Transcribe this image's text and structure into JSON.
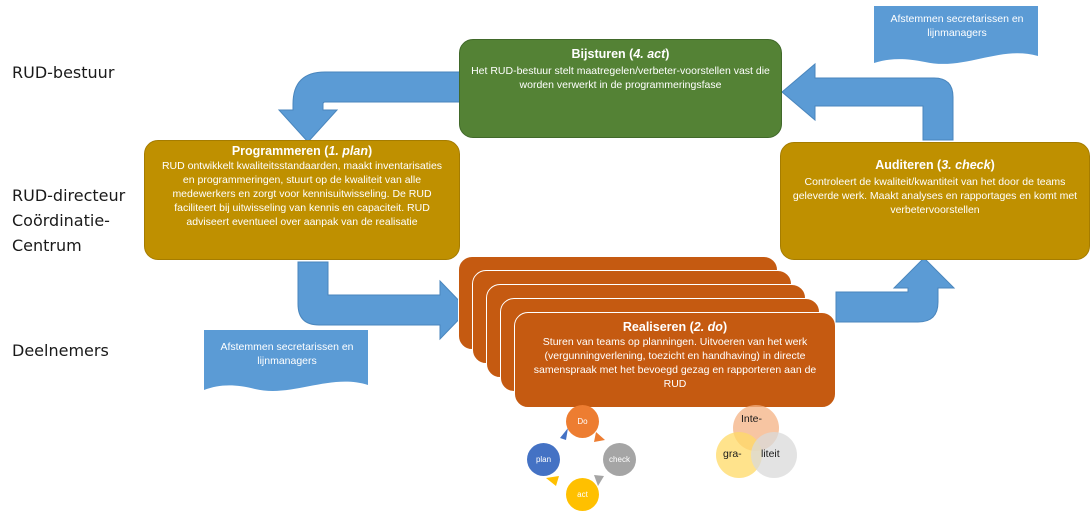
{
  "lanes": [
    "RUD-bestuur",
    "RUD-directeur",
    "Coördinatie-",
    "Centrum",
    "Deelnemers"
  ],
  "act": {
    "title_main": "Bijsturen (",
    "title_italic": "4. act",
    "title_end": ")",
    "body": "Het RUD-bestuur stelt maatregelen/verbeter-voorstellen vast die worden verwerkt in de programmeringsfase"
  },
  "plan": {
    "title_main": "Programmeren (",
    "title_italic": "1. plan",
    "title_end": ")",
    "body": "RUD ontwikkelt kwaliteitsstandaarden, maakt inventarisaties en programmeringen, stuurt op de kwaliteit van alle medewerkers en zorgt voor kennisuitwisseling. De RUD faciliteert bij uitwisseling van kennis en capaciteit. RUD adviseert eventueel over aanpak van de realisatie"
  },
  "check": {
    "title_main": "Auditeren (",
    "title_italic": "3. check",
    "title_end": ")",
    "body": "Controleert de kwaliteit/kwantiteit van het door de teams geleverde werk. Maakt analyses en rapportages en komt met verbetervoorstellen"
  },
  "do": {
    "title_main": "Realiseren (",
    "title_italic": "2. do",
    "title_end": ")",
    "body": "Sturen van teams op planningen. Uitvoeren van het werk (vergunningverlening, toezicht en handhaving) in directe samenspraak met het bevoegd gezag en rapporteren aan de RUD"
  },
  "notes": {
    "top_right": "Afstemmen secretarissen en lijnmanagers",
    "bottom_left": "Afstemmen secretarissen en lijnmanagers"
  },
  "cycle": {
    "do": "Do",
    "plan": "plan",
    "check": "check",
    "act": "act"
  },
  "venn": {
    "top": "Inte-",
    "left": "gra-",
    "right": "liteit"
  },
  "colors": {
    "blue": "#5b9bd5",
    "green": "#548235",
    "gold": "#bf9000",
    "orange": "#c55a11",
    "cycle_do": "#ed7d31",
    "cycle_plan": "#4472c4",
    "cycle_check": "#a5a5a5",
    "cycle_act": "#ffc000",
    "venn_top": "#f4b183",
    "venn_left": "#ffd966",
    "venn_right": "#d9d9d9"
  }
}
